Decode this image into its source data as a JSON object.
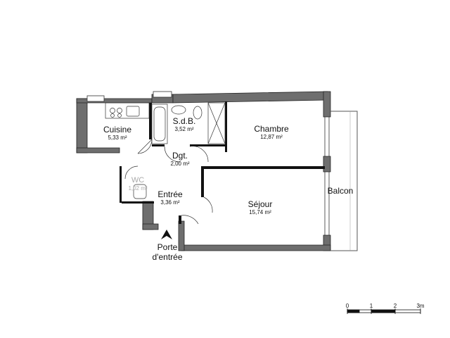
{
  "rooms": {
    "cuisine": {
      "name": "Cuisine",
      "area": "5,33 m²"
    },
    "sdb": {
      "name": "S.d.B.",
      "area": "3,52 m²"
    },
    "chambre": {
      "name": "Chambre",
      "area": "12,87 m²"
    },
    "dgt": {
      "name": "Dgt.",
      "area": "2,00 m²"
    },
    "wc": {
      "name": "WC",
      "area": "1,02 m²"
    },
    "entree": {
      "name": "Entrée",
      "area": "3,36 m²"
    },
    "sejour": {
      "name": "Séjour",
      "area": "15,74 m²"
    }
  },
  "balcon": "Balcon",
  "door": {
    "line1": "Porte",
    "line2": "d'entrée"
  },
  "scale": {
    "labels": [
      "0",
      "1",
      "2",
      "3m"
    ]
  },
  "colors": {
    "wall": "#6b6b6b",
    "wall_outline": "#222222",
    "line": "#333333"
  }
}
